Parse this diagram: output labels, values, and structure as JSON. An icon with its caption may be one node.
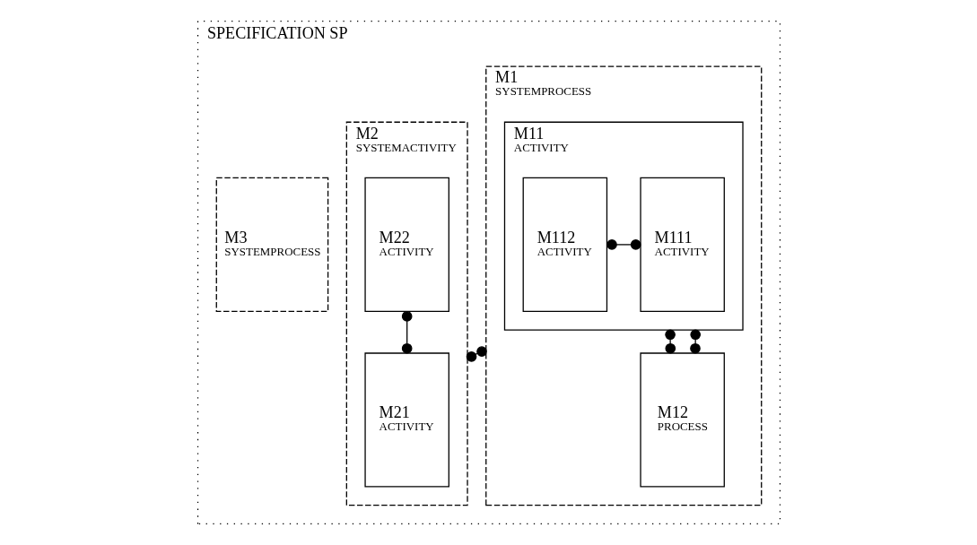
{
  "diagram": {
    "nodes": [
      {
        "text": [
          "SPECIFICATION SP"
        ]
      },
      {
        "text": [
          "M1",
          "SYSTEMPROCESS"
        ],
        "in": 0
      },
      {
        "text": [
          "M11",
          "ACTIVITY"
        ],
        "in": 1
      },
      {
        "text": [
          "M111",
          "ACTIVITY"
        ],
        "in": 2
      },
      {
        "text": [
          "M112",
          "ACTIVITY"
        ],
        "in": 2
      },
      {
        "text": [
          "M12",
          "PROCESS"
        ],
        "in": 1
      },
      {
        "text": [
          "M2",
          "SYSTEMACTIVITY"
        ],
        "in": 0
      },
      {
        "text": [
          "M21",
          "ACTIVITY"
        ],
        "in": 6
      },
      {
        "text": [
          "M22",
          "ACTIVITY"
        ],
        "in": 6
      },
      {
        "text": [
          "M3",
          "SYSTEMPROCESS"
        ],
        "in": 0
      }
    ],
    "edges": [
      {
        "from": 1,
        "to": 6,
        "arrow": "other"
      },
      {
        "from": 1,
        "to": 2,
        "arrow": "other"
      },
      {
        "from": 2,
        "to": 3,
        "arrow": "other"
      },
      {
        "from": 2,
        "to": 5,
        "arrow": "other"
      },
      {
        "from": 6,
        "to": 8,
        "arrow": "other"
      }
    ]
  }
}
